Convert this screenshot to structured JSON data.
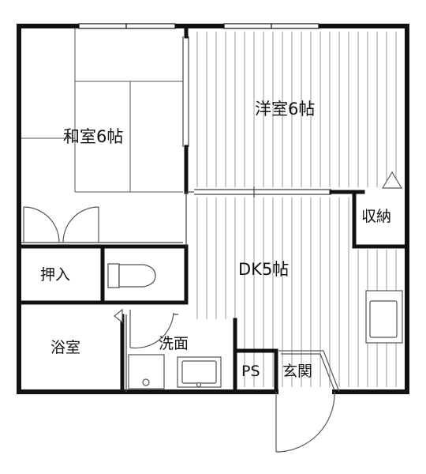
{
  "rooms": {
    "washitsu": "和室6帖",
    "youshitsu": "洋室6帖",
    "dk": "DK5帖",
    "shuno": "収納",
    "oshiire": "押入",
    "yokushitsu": "浴室",
    "senmen": "洗面",
    "ps": "PS",
    "genkan": "玄関"
  },
  "colors": {
    "wall": "#111111",
    "line": "#555555",
    "floor_stripe": "#9a9a9a",
    "background": "#ffffff"
  }
}
